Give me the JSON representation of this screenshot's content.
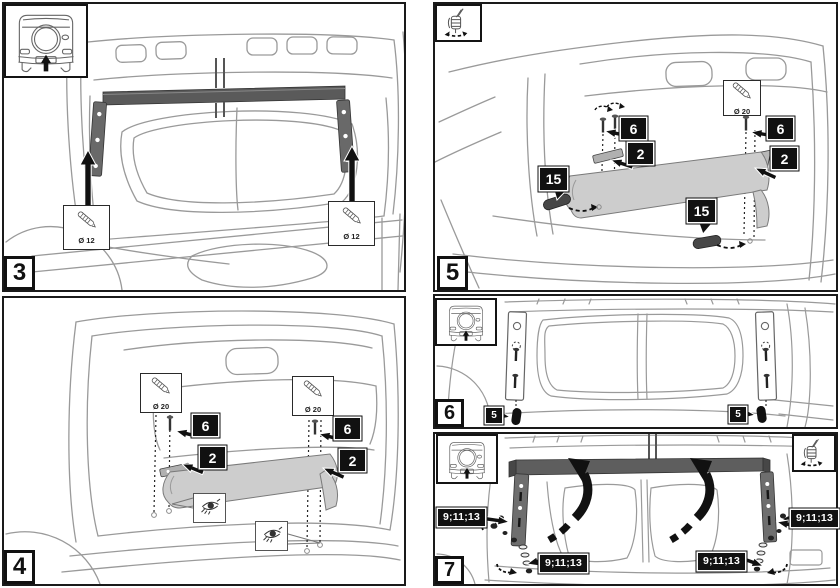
{
  "doc": {
    "kind": "vehicle cargo-blind installation diagram",
    "steps_visible": [
      "3",
      "4",
      "5",
      "6",
      "7"
    ]
  },
  "colors": {
    "panel_border": "#1a1a1a",
    "line_art": "#9a9a9a",
    "dark_part": "#5a5a5a",
    "blind_fill": "#cdcdcd",
    "callout_bg": "#111111",
    "callout_text": "#ffffff"
  },
  "icons": [
    "car-rear-view-icon",
    "hand-screwing-icon",
    "drill-bit-icon",
    "visual-check-eye-icon"
  ],
  "panel3": {
    "number": "3",
    "drill_left": "Ø 12",
    "drill_right": "Ø 12"
  },
  "panel4": {
    "number": "4",
    "drill_left": "Ø 20",
    "drill_right": "Ø 20",
    "screw_left": "6",
    "bracket_left": "2",
    "screw_right": "6",
    "bracket_right": "2"
  },
  "panel5": {
    "number": "5",
    "drill": "Ø 20",
    "screw_left": "6",
    "bracket_left": "2",
    "cap_left": "15",
    "screw_right": "6",
    "bracket_right": "2",
    "cap_right": "15"
  },
  "panel6": {
    "number": "6",
    "pin_left": "5",
    "pin_right": "5"
  },
  "panel7": {
    "number": "7",
    "hw_upper_left": "9;11;13",
    "hw_lower_left": "9;11;13",
    "hw_lower_right": "9;11;13",
    "hw_upper_right": "9;11;13"
  }
}
